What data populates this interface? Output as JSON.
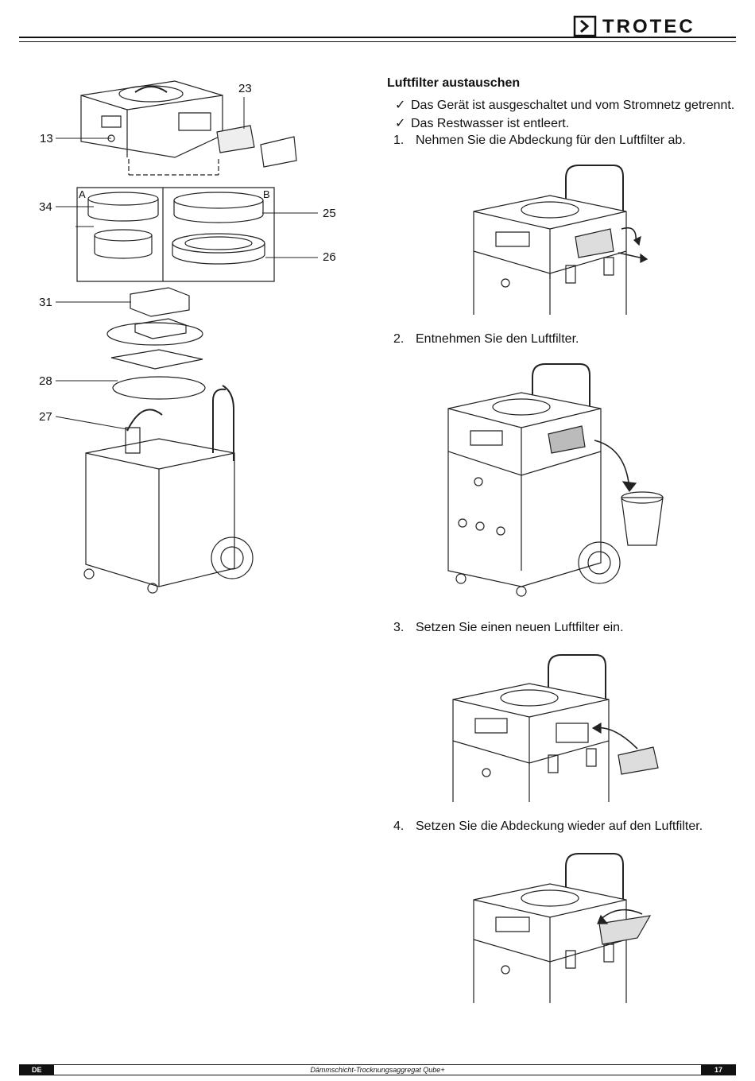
{
  "brand": {
    "name": "TROTEC"
  },
  "section": {
    "title": "Luftfilter austauschen",
    "preconditions": [
      "Das Gerät ist ausgeschaltet und vom Stromnetz getrennt.",
      "Das Restwasser ist entleert."
    ],
    "steps": [
      {
        "num": "1.",
        "text": "Nehmen Sie die Abdeckung für den Luftfilter ab."
      },
      {
        "num": "2.",
        "text": "Entnehmen Sie den Luftfilter."
      },
      {
        "num": "3.",
        "text": "Setzen Sie einen neuen Luftfilter ein."
      },
      {
        "num": "4.",
        "text": "Setzen Sie die Abdeckung wieder auf den Luftfilter."
      }
    ]
  },
  "exploded_view": {
    "callouts": [
      "23",
      "13",
      "34",
      "25",
      "26",
      "31",
      "28",
      "27"
    ],
    "groups": [
      "A",
      "B"
    ]
  },
  "footer": {
    "language": "DE",
    "document_title": "Dämmschicht-Trocknungsaggregat Qube+",
    "page": "17"
  }
}
